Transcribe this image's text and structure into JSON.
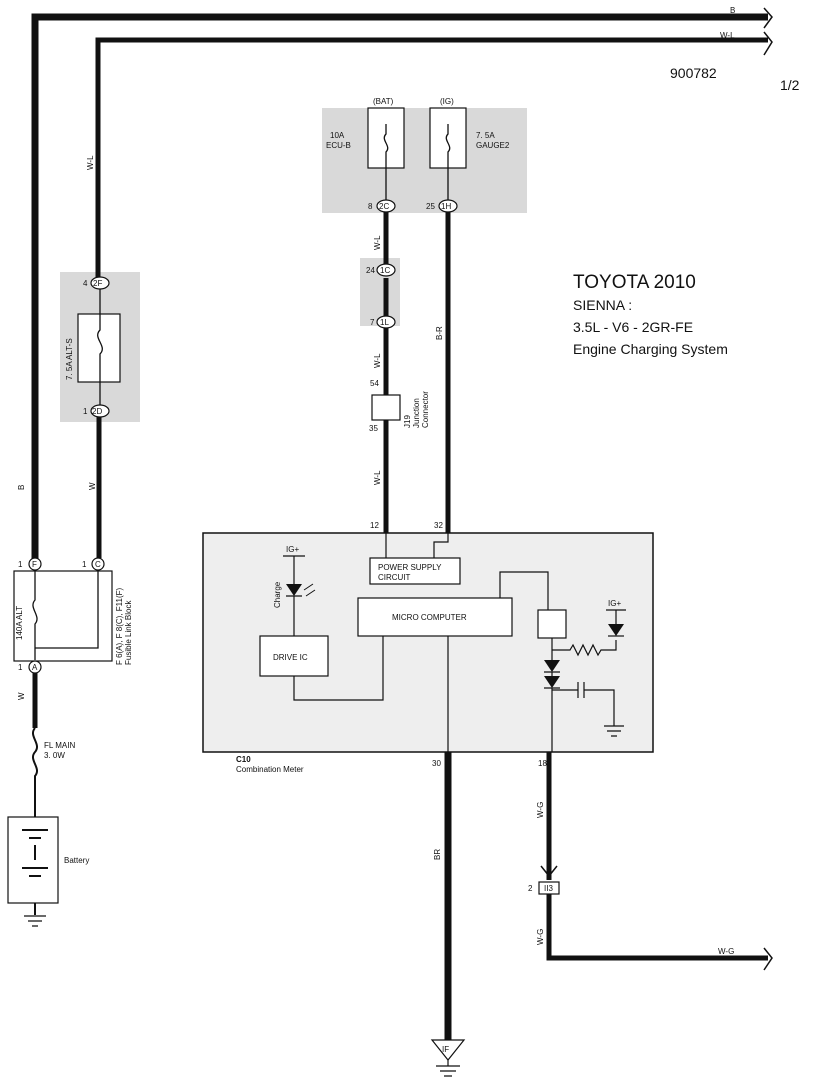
{
  "doc_number": "900782",
  "page": "1/2",
  "title": {
    "make_year": "TOYOTA 2010",
    "model": "SIENNA :",
    "engine": "3.5L - V6 - 2GR-FE",
    "system": "Engine Charging System"
  },
  "fuses": {
    "ecu_b": {
      "circuit": "(BAT)",
      "rating": "10A",
      "name": "ECU-B"
    },
    "gauge2": {
      "circuit": "(IG)",
      "rating": "7. 5A",
      "name": "GAUGE2"
    },
    "alt_s": {
      "label": "7. 5A ALT-S"
    },
    "alt": {
      "label": "140A ALT"
    },
    "fl_main": {
      "name": "FL MAIN",
      "rating": "3. 0W"
    }
  },
  "fusible_link_block": {
    "line1": "F 6(A), F 8(C), F11(F)",
    "line2": "Fusible Link Block"
  },
  "connectors": {
    "c2C": "2C",
    "c1H": "1H",
    "c1C": "1C",
    "c1L": "1L",
    "c2F": "2F",
    "c2D": "2D",
    "cF": "F",
    "cC": "C",
    "cA": "A",
    "cII3": "II3",
    "cIF": "IF"
  },
  "pins": {
    "p8": "8",
    "p25": "25",
    "p24": "24",
    "p7": "7",
    "p4": "4",
    "p1a": "1",
    "p54": "54",
    "p35": "35",
    "p12": "12",
    "p32": "32",
    "p30": "30",
    "p18": "18",
    "p1F": "1",
    "p1C": "1",
    "p1A": "1",
    "p2": "2"
  },
  "junction": {
    "id": "J19",
    "label_line1": "Junction",
    "label_line2": "Connector"
  },
  "wires": {
    "b_top": "B",
    "wl_top": "W-L",
    "wl_left": "W-L",
    "b_left": "B",
    "w_left": "W",
    "w_bottom": "W",
    "wl_mid1": "W-L",
    "wl_mid2": "W-L",
    "wl_mid3": "W-L",
    "br_mid": "B-R",
    "br_bottom": "BR",
    "wg_vert": "W-G",
    "wg_vert2": "W-G",
    "wg_right": "W-G"
  },
  "meter": {
    "id": "C10",
    "name": "Combination Meter",
    "power_supply_line1": "POWER SUPPLY",
    "power_supply_line2": "CIRCUIT",
    "micro": "MICRO COMPUTER",
    "drive_ic": "DRIVE IC",
    "charge": "Charge",
    "igp_left": "IG+",
    "igp_right": "IG+"
  },
  "battery": "Battery"
}
